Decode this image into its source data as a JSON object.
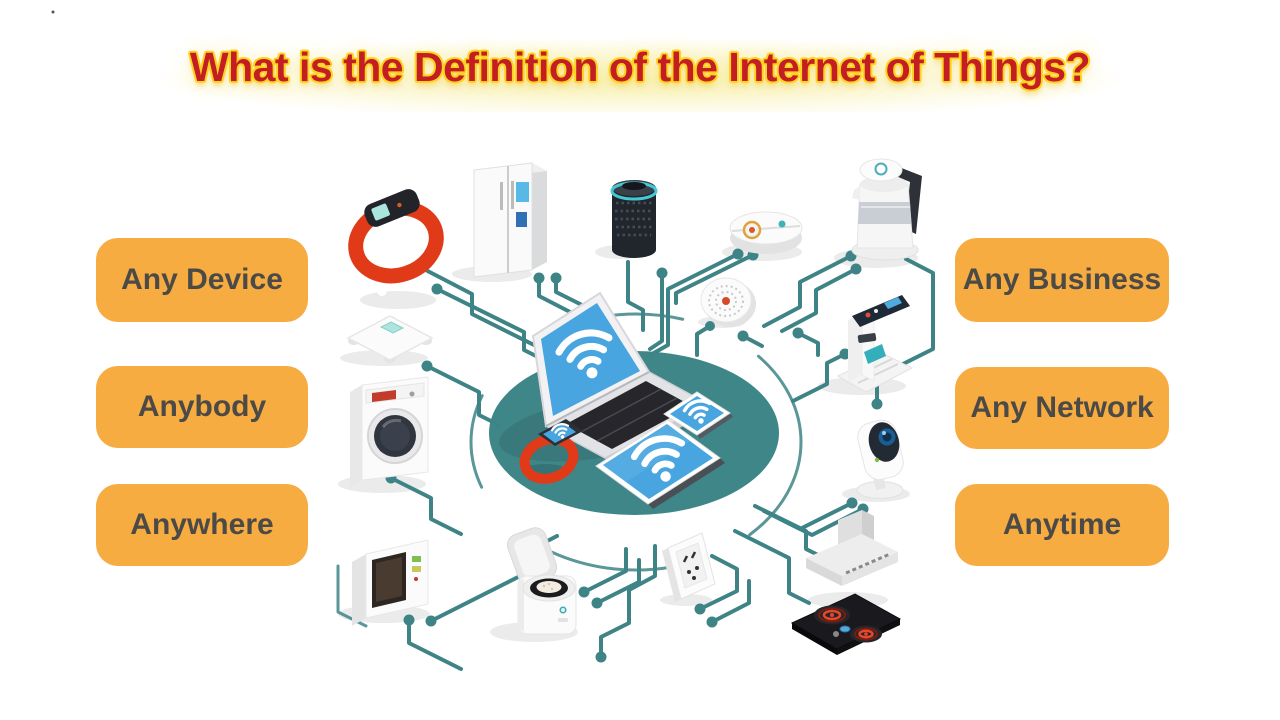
{
  "title": {
    "text": "What is the Definition of the Internet of Things?"
  },
  "labels": {
    "left": [
      {
        "text": "Any Device"
      },
      {
        "text": "Anybody"
      },
      {
        "text": "Anywhere"
      }
    ],
    "right": [
      {
        "text": "Any Business"
      },
      {
        "text": "Any Network"
      },
      {
        "text": "Anytime"
      }
    ]
  },
  "hub": {
    "devices": [
      "laptop",
      "tablet",
      "smartphone",
      "smartwatch"
    ],
    "icon": "wifi-icon"
  },
  "peripheral_devices": [
    "fitness-tracker",
    "refrigerator",
    "smart-speaker",
    "robot-vacuum",
    "smoke-detector",
    "smart-kettle",
    "coffee-machine",
    "security-camera",
    "smart-scale",
    "washing-machine",
    "microwave-oven",
    "rice-cooker",
    "smart-plug",
    "range-hood",
    "induction-cooktop"
  ],
  "colors": {
    "title_text": "#C21E23",
    "title_outline": "#FFD21E",
    "title_glow": "#F8F0AA",
    "pill_background": "#F6AC40",
    "pill_text": "#4C4A47",
    "hub_ellipse": "#3F8689",
    "circuit_line": "#3E8486",
    "device_screen_blue": "#49A5DF",
    "accent_red": "#E03A18"
  }
}
